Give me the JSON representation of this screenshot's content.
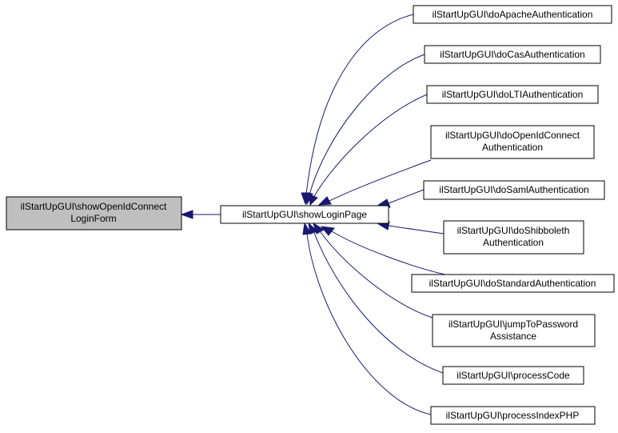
{
  "nodes": [
    {
      "id": "focus",
      "lines": [
        "ilStartUpGUI\\showOpenIdConnect",
        "LoginForm"
      ]
    },
    {
      "id": "hub",
      "lines": [
        "ilStartUpGUI\\showLoginPage"
      ]
    },
    {
      "id": "apache",
      "lines": [
        "ilStartUpGUI\\doApacheAuthentication"
      ]
    },
    {
      "id": "cas",
      "lines": [
        "ilStartUpGUI\\doCasAuthentication"
      ]
    },
    {
      "id": "lti",
      "lines": [
        "ilStartUpGUI\\doLTIAuthentication"
      ]
    },
    {
      "id": "openid",
      "lines": [
        "ilStartUpGUI\\doOpenIdConnect",
        "Authentication"
      ]
    },
    {
      "id": "saml",
      "lines": [
        "ilStartUpGUI\\doSamlAuthentication"
      ]
    },
    {
      "id": "shib",
      "lines": [
        "ilStartUpGUI\\doShibboleth",
        "Authentication"
      ]
    },
    {
      "id": "standard",
      "lines": [
        "ilStartUpGUI\\doStandardAuthentication"
      ]
    },
    {
      "id": "jump",
      "lines": [
        "ilStartUpGUI\\jumpToPassword",
        "Assistance"
      ]
    },
    {
      "id": "processcode",
      "lines": [
        "ilStartUpGUI\\processCode"
      ]
    },
    {
      "id": "processindex",
      "lines": [
        "ilStartUpGUI\\processIndexPHP"
      ]
    }
  ],
  "edges": [
    {
      "from": "hub",
      "to": "focus"
    },
    {
      "from": "apache",
      "to": "hub"
    },
    {
      "from": "cas",
      "to": "hub"
    },
    {
      "from": "lti",
      "to": "hub"
    },
    {
      "from": "openid",
      "to": "hub"
    },
    {
      "from": "saml",
      "to": "hub"
    },
    {
      "from": "shib",
      "to": "hub"
    },
    {
      "from": "standard",
      "to": "hub"
    },
    {
      "from": "jump",
      "to": "hub"
    },
    {
      "from": "processcode",
      "to": "hub"
    },
    {
      "from": "processindex",
      "to": "hub"
    }
  ],
  "colors": {
    "edge": "#191970",
    "focus_fill": "#bfbfbf",
    "box_fill": "#ffffff",
    "border": "#000000"
  }
}
